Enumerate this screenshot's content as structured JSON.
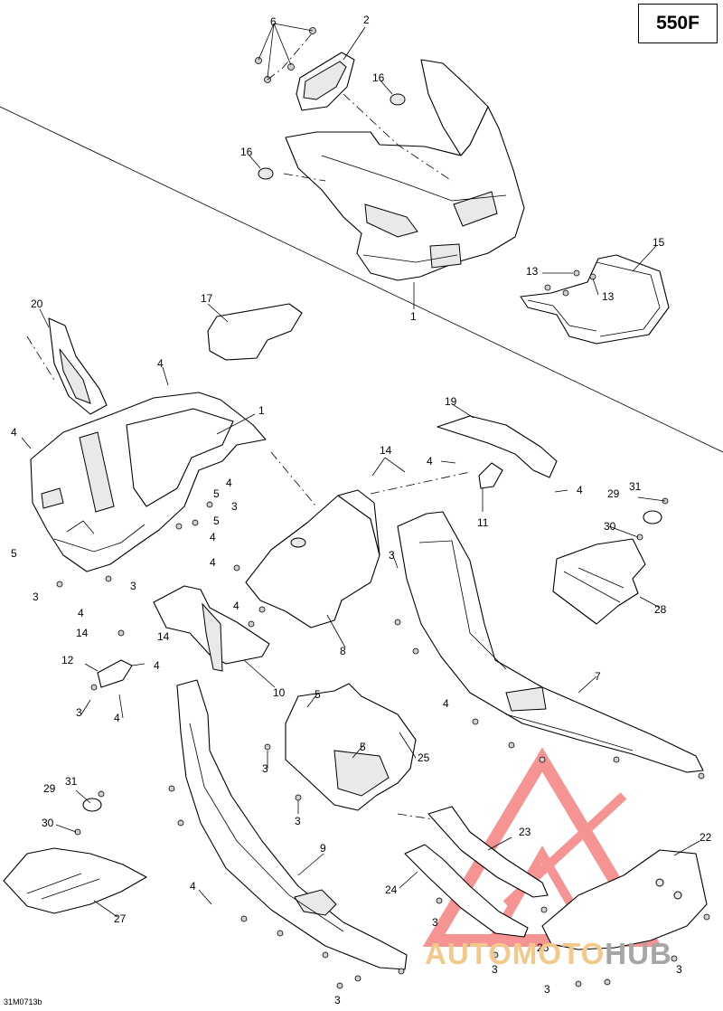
{
  "model": "550F",
  "drawing_code": "31M0713b",
  "watermark": {
    "part1": "AUTOMOTO",
    "part2": "HUB",
    "color1": "#f2c98a",
    "color2": "#a6a6a6",
    "logo_color": "#ef3b3b"
  },
  "callouts": [
    {
      "id": "c6",
      "text": "6"
    },
    {
      "id": "c2",
      "text": "2"
    },
    {
      "id": "c16a",
      "text": "16"
    },
    {
      "id": "c16b",
      "text": "16"
    },
    {
      "id": "c15",
      "text": "15"
    },
    {
      "id": "c13a",
      "text": "13"
    },
    {
      "id": "c13b",
      "text": "13"
    },
    {
      "id": "c1a",
      "text": "1"
    },
    {
      "id": "c20",
      "text": "20"
    },
    {
      "id": "c17",
      "text": "17"
    },
    {
      "id": "c4a",
      "text": "4"
    },
    {
      "id": "c1b",
      "text": "1"
    },
    {
      "id": "c4b",
      "text": "4"
    },
    {
      "id": "c4c",
      "text": "4"
    },
    {
      "id": "c3a",
      "text": "3"
    },
    {
      "id": "c5a",
      "text": "5"
    },
    {
      "id": "c4d",
      "text": "4"
    },
    {
      "id": "c5b",
      "text": "5"
    },
    {
      "id": "c5c",
      "text": "5"
    },
    {
      "id": "c3b",
      "text": "3"
    },
    {
      "id": "c3c",
      "text": "3"
    },
    {
      "id": "c4e",
      "text": "4"
    },
    {
      "id": "c19",
      "text": "19"
    },
    {
      "id": "c14a",
      "text": "14"
    },
    {
      "id": "c4f",
      "text": "4"
    },
    {
      "id": "c4g",
      "text": "4"
    },
    {
      "id": "c11",
      "text": "11"
    },
    {
      "id": "c29a",
      "text": "29"
    },
    {
      "id": "c31a",
      "text": "31"
    },
    {
      "id": "c30a",
      "text": "30"
    },
    {
      "id": "c3d",
      "text": "3"
    },
    {
      "id": "c28",
      "text": "28"
    },
    {
      "id": "c4h",
      "text": "4"
    },
    {
      "id": "c4i",
      "text": "4"
    },
    {
      "id": "c14b",
      "text": "14"
    },
    {
      "id": "c14c",
      "text": "14"
    },
    {
      "id": "c8",
      "text": "8"
    },
    {
      "id": "c10",
      "text": "10"
    },
    {
      "id": "c7",
      "text": "7"
    },
    {
      "id": "c12",
      "text": "12"
    },
    {
      "id": "c4j",
      "text": "4"
    },
    {
      "id": "c3e",
      "text": "3"
    },
    {
      "id": "c4k",
      "text": "4"
    },
    {
      "id": "c4l",
      "text": "4"
    },
    {
      "id": "c5d",
      "text": "5"
    },
    {
      "id": "c5e",
      "text": "5"
    },
    {
      "id": "c25",
      "text": "25"
    },
    {
      "id": "c3f",
      "text": "3"
    },
    {
      "id": "c3g",
      "text": "3"
    },
    {
      "id": "c29b",
      "text": "29"
    },
    {
      "id": "c31b",
      "text": "31"
    },
    {
      "id": "c30b",
      "text": "30"
    },
    {
      "id": "c9",
      "text": "9"
    },
    {
      "id": "c23",
      "text": "23"
    },
    {
      "id": "c22",
      "text": "22"
    },
    {
      "id": "c24",
      "text": "24"
    },
    {
      "id": "c27",
      "text": "27"
    },
    {
      "id": "c4m",
      "text": "4"
    },
    {
      "id": "c3h",
      "text": "3"
    },
    {
      "id": "c26",
      "text": "26"
    },
    {
      "id": "c3i",
      "text": "3"
    },
    {
      "id": "c3j",
      "text": "3"
    },
    {
      "id": "c3k",
      "text": "3"
    },
    {
      "id": "c3l",
      "text": "3"
    }
  ]
}
